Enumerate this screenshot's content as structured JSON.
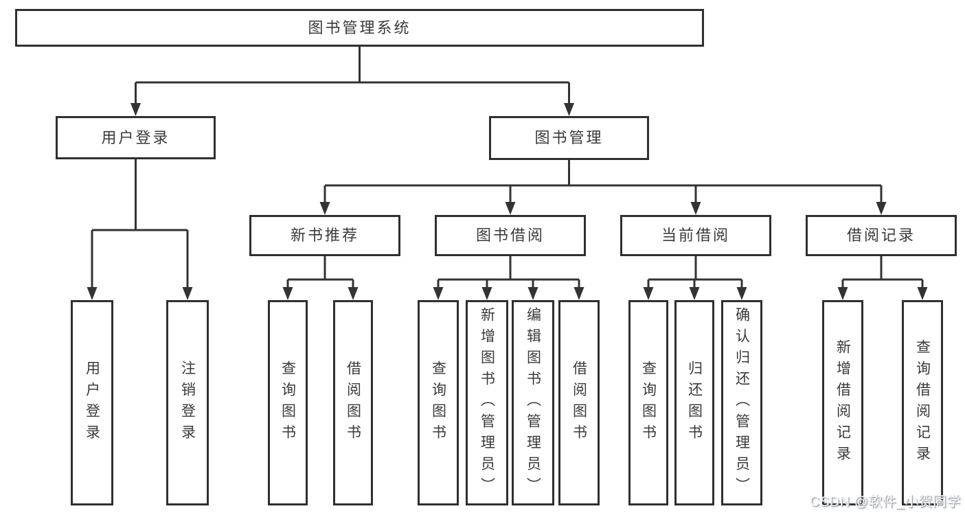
{
  "diagram": {
    "root": {
      "label": "图书管理系统"
    },
    "branches": [
      {
        "label": "用户登录",
        "children": [
          {
            "label": "用户登录"
          },
          {
            "label": "注销登录"
          }
        ]
      },
      {
        "label": "图书管理",
        "children": [
          {
            "label": "新书推荐",
            "children": [
              {
                "label": "查询图书"
              },
              {
                "label": "借阅图书"
              }
            ]
          },
          {
            "label": "图书借阅",
            "children": [
              {
                "label": "查询图书"
              },
              {
                "label": "新增图书（管理员）"
              },
              {
                "label": "编辑图书（管理员）"
              },
              {
                "label": "借阅图书"
              }
            ]
          },
          {
            "label": "当前借阅",
            "children": [
              {
                "label": "查询图书"
              },
              {
                "label": "归还图书"
              },
              {
                "label": "确认归还（管理员）"
              }
            ]
          },
          {
            "label": "借阅记录",
            "children": [
              {
                "label": "新增借阅记录"
              },
              {
                "label": "查询借阅记录"
              }
            ]
          }
        ]
      }
    ]
  },
  "watermark": {
    "text": "CSDN @软件_小贺同学"
  },
  "colors": {
    "line": "#333333",
    "box_border": "#2f2f2f",
    "text": "#3a3a3a",
    "watermark": "#f4f5f7"
  }
}
